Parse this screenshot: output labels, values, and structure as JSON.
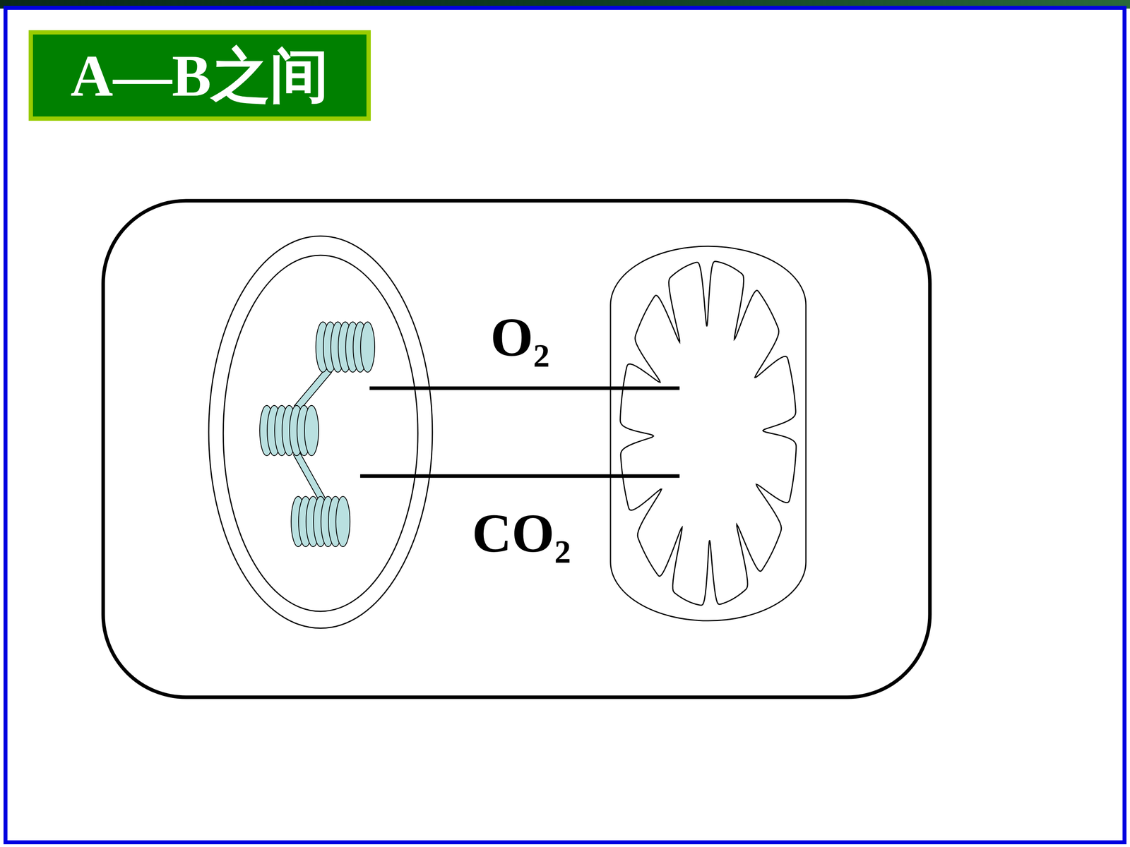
{
  "diagram": {
    "title": "A—B之间",
    "labels": [
      "O₂",
      "CO₂"
    ]
  }
}
